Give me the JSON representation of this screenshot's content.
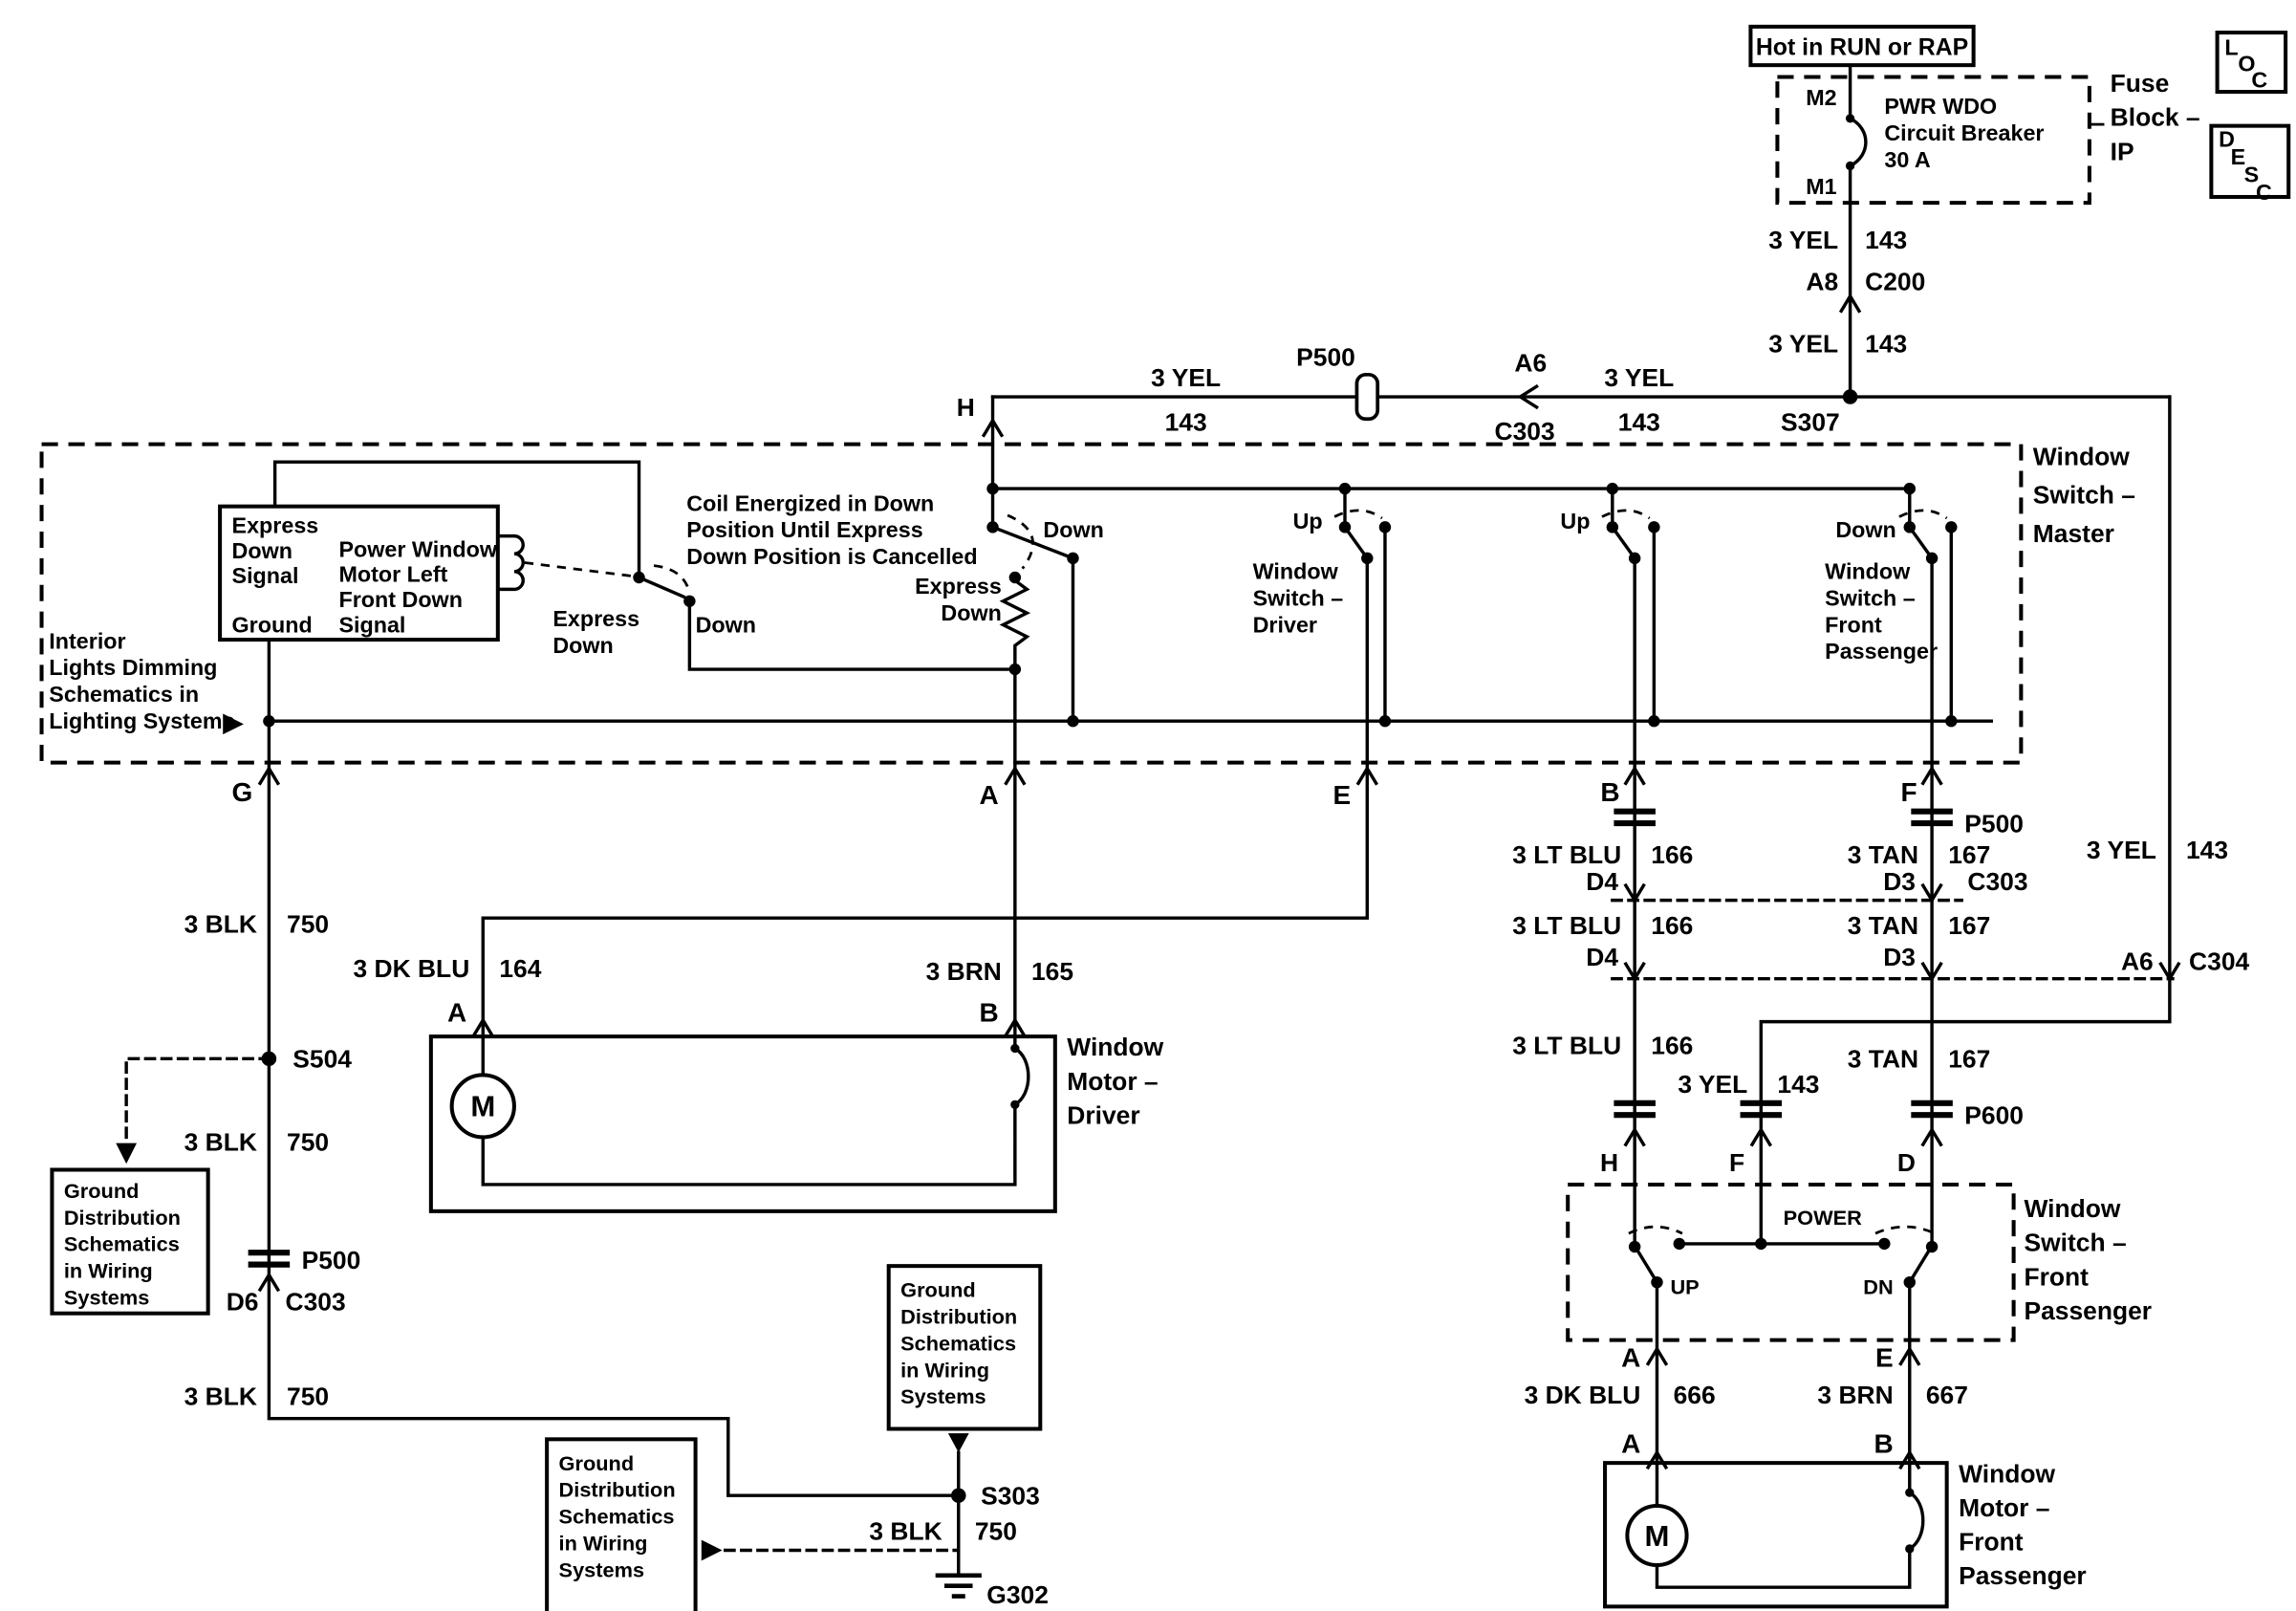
{
  "fuse": {
    "hot": "Hot in RUN or RAP",
    "lines": [
      "PWR WDO",
      "Circuit Breaker",
      "30 A"
    ],
    "block": [
      "Fuse",
      "Block –",
      "IP"
    ]
  },
  "corner": {
    "loc": [
      "L",
      "O",
      "C"
    ],
    "desc": [
      "D",
      "E",
      "S",
      "C"
    ]
  },
  "wires": {
    "yel": "3 YEL",
    "n143": "143",
    "blk": "3 BLK",
    "n750": "750",
    "ltblu": "3 LT BLU",
    "n166": "166",
    "tan": "3 TAN",
    "n167": "167",
    "brn": "3 BRN",
    "n165": "165",
    "dkblu": "3 DK BLU",
    "n164": "164",
    "n666": "666",
    "n667": "667"
  },
  "pins": {
    "m2": "M2",
    "m1": "M1",
    "a8": "A8",
    "a6": "A6",
    "h": "H",
    "g": "G",
    "a": "A",
    "b": "B",
    "e": "E",
    "f": "F",
    "d": "D",
    "d4": "D4",
    "d3": "D3",
    "d6": "D6"
  },
  "connectors": {
    "c200": "C200",
    "c303": "C303",
    "c304": "C304",
    "p500": "P500",
    "p600": "P600",
    "s307": "S307",
    "s504": "S504",
    "s303": "S303",
    "g302": "G302"
  },
  "master": {
    "title": [
      "Window",
      "Switch –",
      "Master"
    ],
    "note": [
      "Coil Energized in Down",
      "Position Until Express",
      "Down Position is Cancelled"
    ],
    "module_left": [
      "Express",
      "Down",
      "Signal"
    ],
    "module_ground": "Ground",
    "module_right": [
      "Power Window",
      "Motor Left",
      "Front Down",
      "Signal"
    ],
    "express": "Express",
    "down": "Down",
    "up": "Up",
    "driver_sw": [
      "Window",
      "Switch –",
      "Driver"
    ],
    "pass_sw": [
      "Window",
      "Switch –",
      "Front",
      "Passenger"
    ],
    "interior": [
      "Interior",
      "Lights Dimming",
      "Schematics in",
      "Lighting Systems"
    ]
  },
  "pass_switch": {
    "title": [
      "Window",
      "Switch –",
      "Front",
      "Passenger"
    ],
    "power": "POWER",
    "up": "UP",
    "dn": "DN"
  },
  "driver_motor": {
    "title": [
      "Window",
      "Motor –",
      "Driver"
    ],
    "m": "M"
  },
  "pass_motor": {
    "title": [
      "Window",
      "Motor –",
      "Front",
      "Passenger"
    ],
    "m": "M"
  },
  "ground_ref": [
    "Ground",
    "Distribution",
    "Schematics",
    "in Wiring",
    "Systems"
  ]
}
